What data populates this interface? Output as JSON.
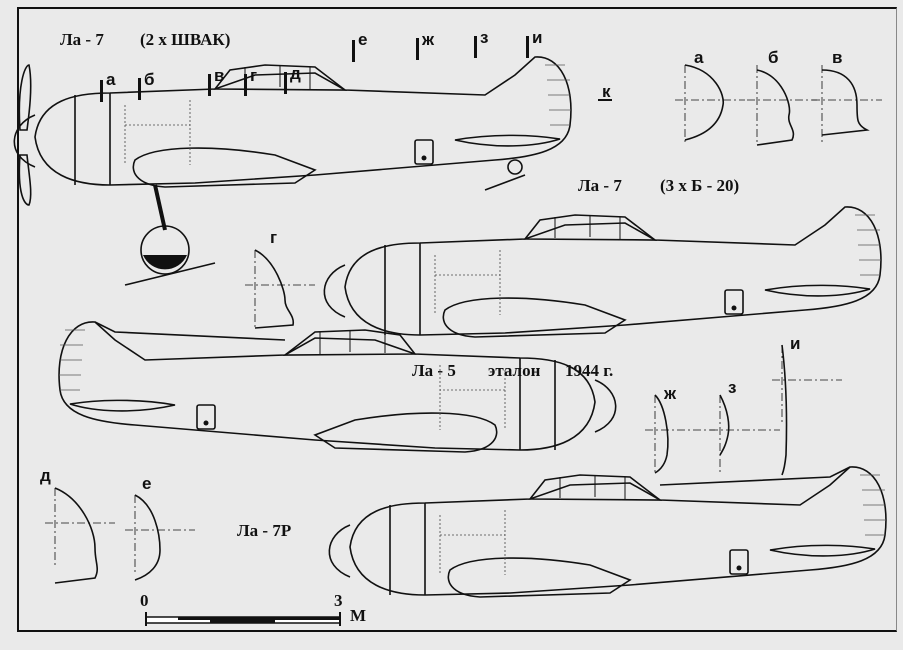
{
  "titles": {
    "la7_shvak_model": "Ла - 7",
    "la7_shvak_arm": "(2 х ШВАК)",
    "la7_b20_model": "Ла - 7",
    "la7_b20_arm": "(3 х Б - 20)",
    "la5_model": "Ла - 5",
    "la5_note": "эталон",
    "la5_year": "1944 г.",
    "la7r_model": "Ла - 7Р"
  },
  "section_marks": [
    "а",
    "б",
    "в",
    "г",
    "д",
    "е",
    "ж",
    "з",
    "и",
    "к"
  ],
  "section_profiles": {
    "top_right": [
      "а",
      "б",
      "в"
    ],
    "middle_left": [
      "г"
    ],
    "bottom_left": [
      "д",
      "е"
    ],
    "middle_right": [
      "ж",
      "з",
      "и"
    ]
  },
  "scale_bar": {
    "start": "0",
    "end": "3",
    "unit": "М"
  }
}
